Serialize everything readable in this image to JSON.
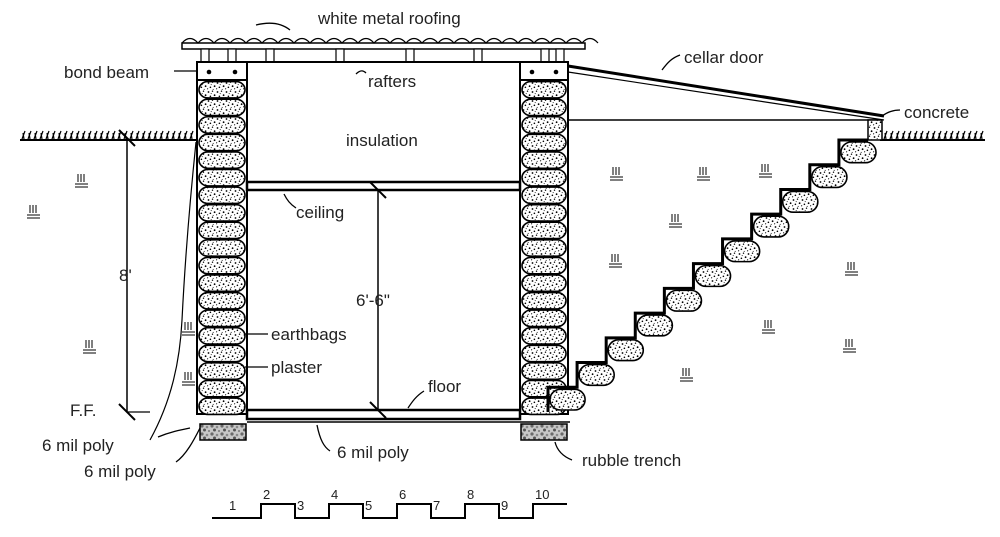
{
  "labels": {
    "roofing": "white metal roofing",
    "bond_beam": "bond beam",
    "rafters": "rafters",
    "cellar_door": "cellar door",
    "concrete": "concrete",
    "insulation": "insulation",
    "ceiling": "ceiling",
    "wall_height": "8'",
    "ceiling_height": "6'-6\"",
    "earthbags": "earthbags",
    "plaster": "plaster",
    "floor": "floor",
    "ff": "F.F.",
    "poly_outer": "6 mil poly",
    "poly_outer2": "6 mil poly",
    "poly_floor": "6 mil poly",
    "rubble_trench": "rubble trench"
  },
  "scale": {
    "numbers": [
      "1",
      "2",
      "3",
      "4",
      "5",
      "6",
      "7",
      "8",
      "9",
      "10"
    ]
  },
  "counts": {
    "earthbag_courses": 19,
    "stair_steps": 11
  }
}
